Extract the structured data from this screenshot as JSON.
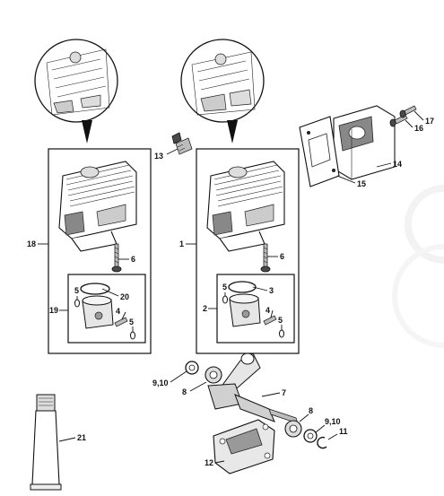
{
  "callouts": {
    "c1": "1",
    "c2": "2",
    "c3": "3",
    "c4a": "4",
    "c4b": "4",
    "c5a": "5",
    "c5b": "5",
    "c5c": "5",
    "c5d": "5",
    "c6a": "6",
    "c6b": "6",
    "c7": "7",
    "c8a": "8",
    "c8b": "8",
    "c910a": "9,10",
    "c910b": "9,10",
    "c11": "11",
    "c12": "12",
    "c13": "13",
    "c14": "14",
    "c15": "15",
    "c16": "16",
    "c17": "17",
    "c18": "18",
    "c19": "19",
    "c20": "20",
    "c21": "21"
  }
}
